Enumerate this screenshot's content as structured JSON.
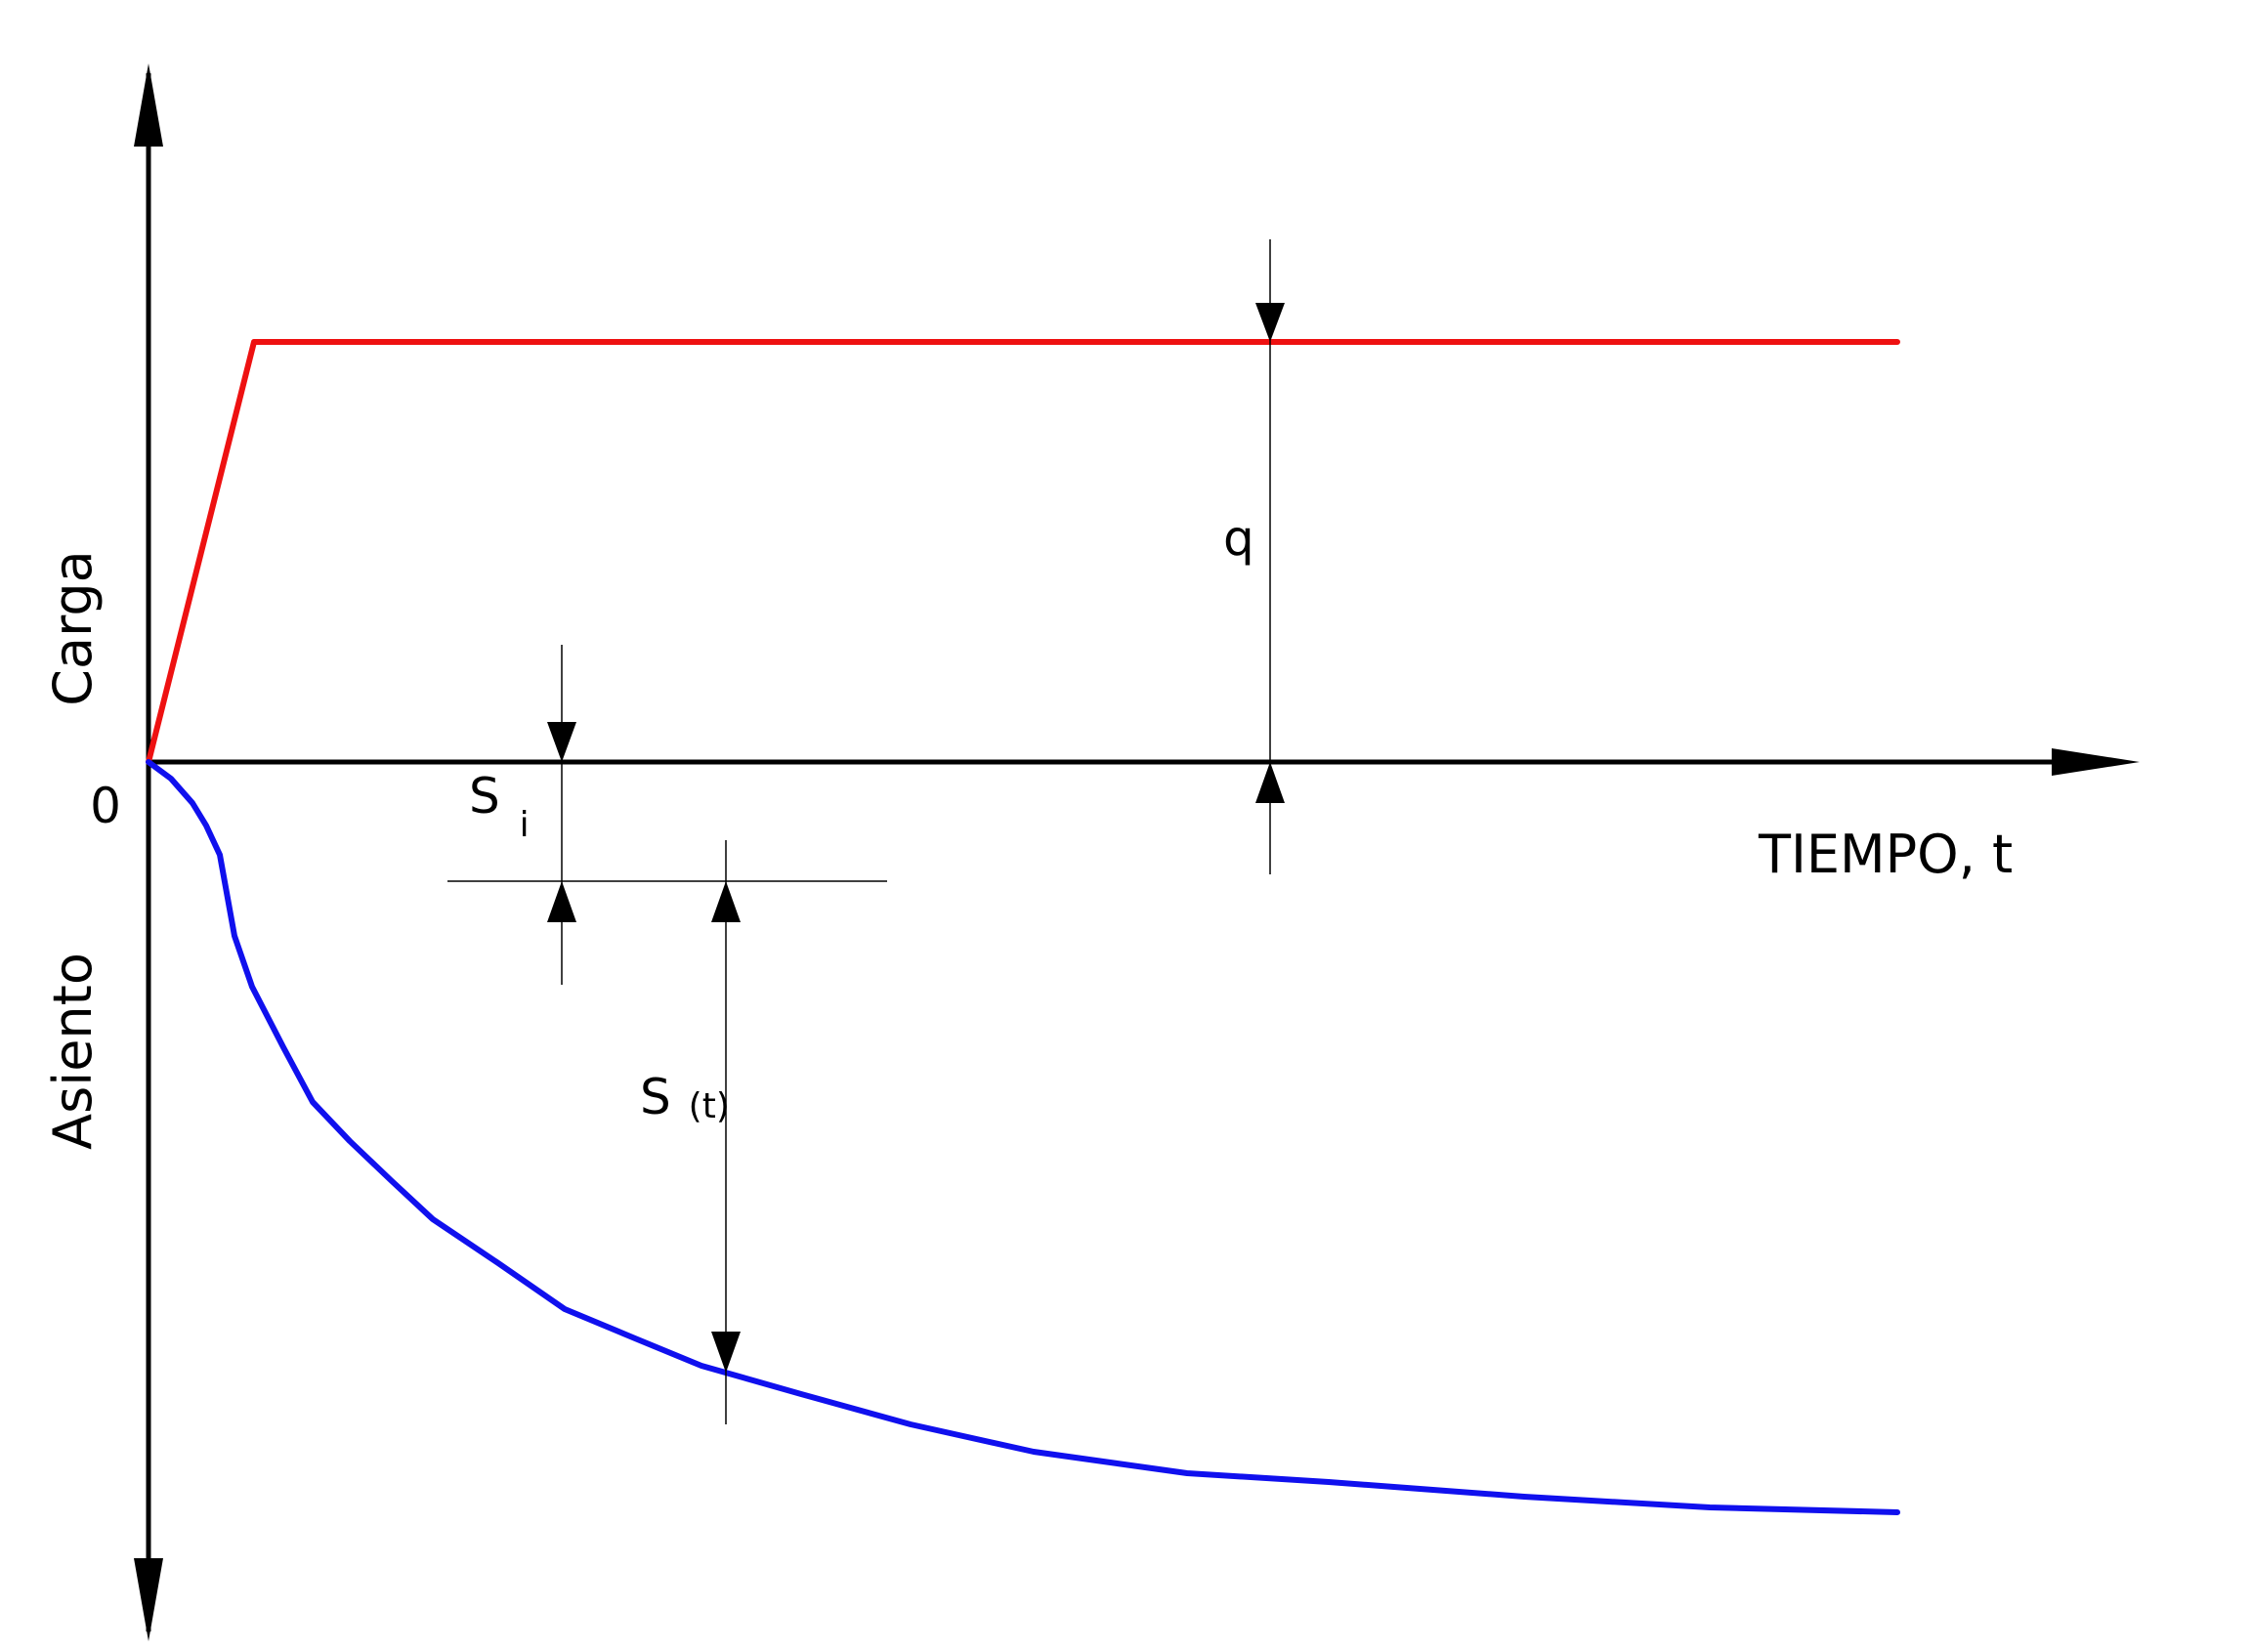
{
  "labels": {
    "load_axis": "Carga",
    "settlement_axis": "Asiento",
    "origin": "0",
    "time_axis": "TIEMPO, t",
    "load_magnitude": "q",
    "immediate_settlement_base": "S",
    "immediate_settlement_sub": "i",
    "time_settlement_base": "S",
    "time_settlement_sub": "(t)"
  },
  "colors": {
    "axes": "#000000",
    "load_curve": "#ee1111",
    "settlement_curve": "#1010ee",
    "dimension_lines": "#000000"
  }
}
